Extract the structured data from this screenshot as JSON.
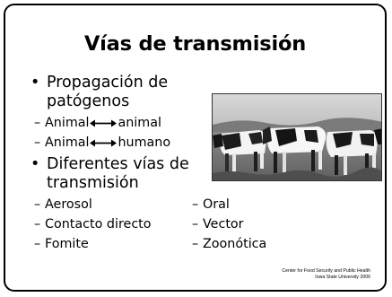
{
  "slide": {
    "title": "Vías de transmisión",
    "bullets": [
      {
        "lines": [
          "Propagación de",
          "patógenos"
        ],
        "sub": [
          {
            "left": "Animal",
            "right": "animal"
          },
          {
            "left": "Animal",
            "right": "humano"
          }
        ]
      },
      {
        "lines": [
          "Diferentes vías de",
          "transmisión"
        ],
        "sub_col1": [
          "Aerosol",
          "Contacto directo",
          "Fomite"
        ],
        "sub_col2": [
          "Oral",
          "Vector",
          "Zoonótica"
        ]
      }
    ],
    "bullet_glyph": "•",
    "dash_glyph": "–",
    "arrow_icon": "double-arrow-icon",
    "photo": "cows-in-pasture-photo",
    "credit": [
      "Center for Food Security and Public Health",
      "Iowa State University 2006"
    ]
  }
}
